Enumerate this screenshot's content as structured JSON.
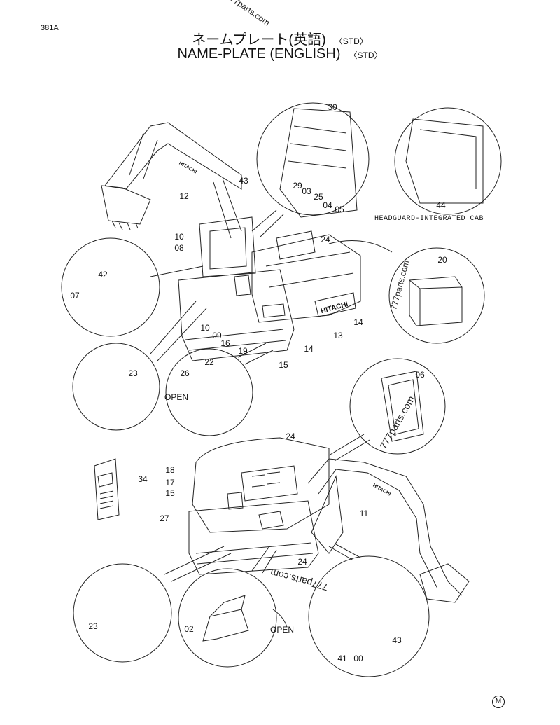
{
  "page_code": "381A",
  "title_jp": "ネームプレート(英語)",
  "title_en": "NAME-PLATE (ENGLISH)",
  "std_tag": "〈STD〉",
  "watermark": "777parts.com",
  "headguard_caption": "HEADGUARD-INTEGRATED CAB",
  "brand_decal": "HITACHI",
  "open_label": "OPEN",
  "revision_mark": "M",
  "callouts": [
    "30",
    "43",
    "12",
    "29",
    "03",
    "25",
    "04",
    "05",
    "44",
    "10",
    "08",
    "24",
    "20",
    "42",
    "07",
    "14",
    "10",
    "09",
    "16",
    "19",
    "14",
    "13",
    "15",
    "23",
    "26",
    "22",
    "06",
    "24",
    "18",
    "17",
    "15",
    "34",
    "11",
    "27",
    "24",
    "23",
    "02",
    "43",
    "41",
    "00"
  ]
}
